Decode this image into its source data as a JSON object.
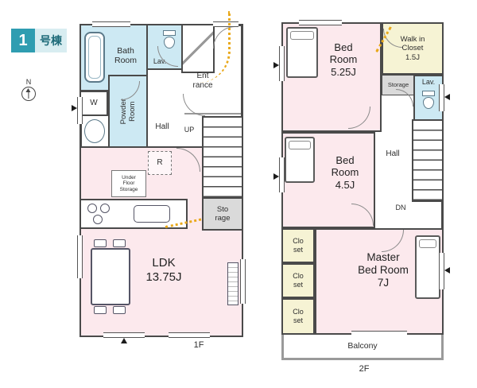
{
  "palette": {
    "wall": "#4a4a4a",
    "room_pink": "#fce9ed",
    "water_blue": "#cde9f3",
    "closet_cream": "#f6f3d4",
    "storage_gray": "#dadada",
    "accent_teal": "#2f9db1",
    "path_orange": "#e9a91c"
  },
  "title": {
    "number": "1",
    "suffix": "号棟"
  },
  "compass": {
    "north": "N"
  },
  "floor1": {
    "label": "1F",
    "bath": "Bath\nRoom",
    "lav": "Lav.",
    "washer": "W",
    "powder": "Powder\nRoom",
    "entrance": "Ent\nrance",
    "hall": "Hall",
    "up": "UP",
    "refrigerator": "R",
    "underfloor_storage": "Under\nFloor\nStorage",
    "storage": "Sto\nrage",
    "ldk": "LDK\n13.75J"
  },
  "floor2": {
    "label": "2F",
    "bedroom1": "Bed\nRoom\n5.25J",
    "walk_in_closet": "Walk in\nCloset\n1.5J",
    "storage": "Storage",
    "lav": "Lav.",
    "hall": "Hall",
    "dn": "DN",
    "bedroom2": "Bed\nRoom\n4.5J",
    "closet": "Clo\nset",
    "master_bedroom": "Master\nBed Room\n7J",
    "balcony": "Balcony"
  }
}
